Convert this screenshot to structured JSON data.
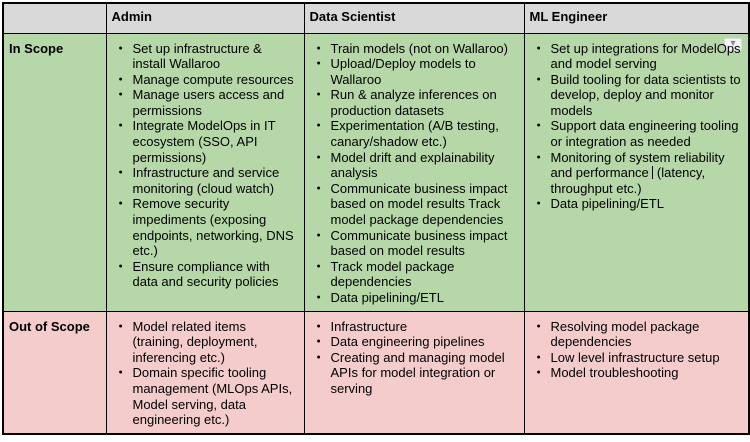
{
  "table": {
    "header": {
      "corner": "",
      "columns": [
        "Admin",
        "Data Scientist",
        "ML Engineer"
      ]
    },
    "rows": [
      {
        "label": "In Scope",
        "cells": [
          {
            "items": [
              "Set up infrastructure & install Wallaroo",
              "Manage compute resources",
              "Manage users access and permissions",
              "Integrate ModelOps in IT ecosystem (SSO, API permissions)",
              "Infrastructure and service monitoring (cloud watch)",
              "Remove security impediments (exposing endpoints, networking, DNS etc.)",
              "Ensure compliance with data and security policies"
            ]
          },
          {
            "items": [
              "Train models (not on Wallaroo)",
              "Upload/Deploy models to Wallaroo",
              "Run & analyze inferences on production datasets",
              "Experimentation (A/B testing, canary/shadow etc.)",
              "Model drift and explainability analysis",
              "Communicate business impact based on model results Track model package dependencies",
              "Communicate business impact based on model results",
              "Track model package dependencies",
              "Data pipelining/ETL"
            ]
          },
          {
            "has_dropdown": true,
            "items": [
              "Set up integrations for ModelOps and model serving",
              "Build tooling for data scientists to develop, deploy and monitor models",
              "Support data engineering tooling or integration as needed",
              {
                "before_caret": "Monitoring of system reliability and performance",
                "after_caret": " (latency, throughput etc.)"
              },
              "Data pipelining/ETL"
            ]
          }
        ]
      },
      {
        "label": "Out of Scope",
        "cells": [
          {
            "items": [
              "Model related items (training, deployment, inferencing etc.)",
              "Domain specific tooling management (MLOps APIs, Model serving, data engineering etc.)"
            ]
          },
          {
            "items": [
              "Infrastructure",
              "Data engineering pipelines",
              "Creating and managing model APIs for model integration or serving"
            ]
          },
          {
            "items": [
              "Resolving model package dependencies",
              "Low level infrastructure setup",
              "Model troubleshooting"
            ]
          }
        ]
      }
    ]
  },
  "icons": {
    "cell_dropdown_glyph": "▾"
  },
  "colors": {
    "header_bg": "#d9d9d9",
    "in_scope_bg": "#b6d7a8",
    "out_scope_bg": "#f4cccc",
    "border": "#000000",
    "text": "#000000",
    "dropdown_bg": "#f1f3f4",
    "dropdown_border": "#dadce0",
    "dropdown_chevron": "#80868b"
  }
}
